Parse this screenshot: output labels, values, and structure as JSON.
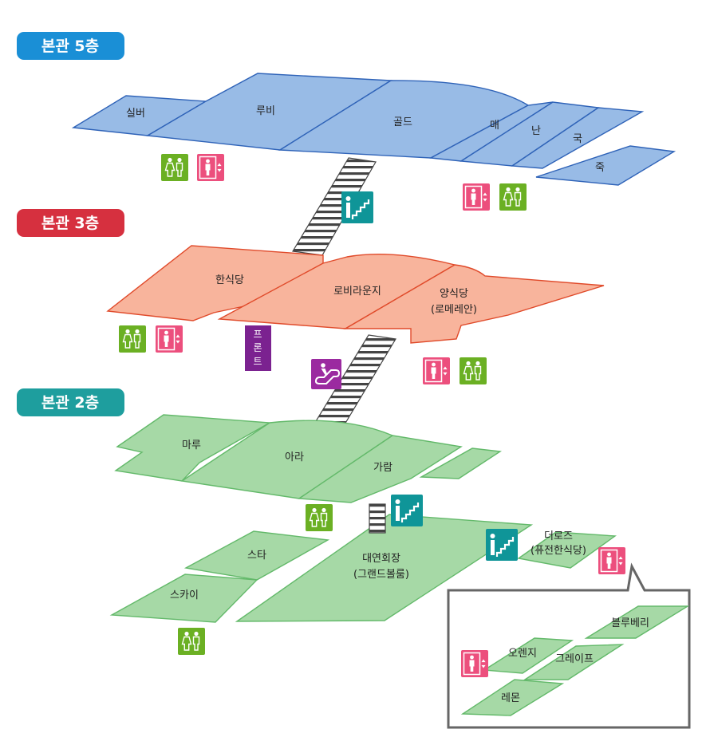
{
  "colors": {
    "floor5_fill": "#98bbe6",
    "floor5_stroke": "#2f63b8",
    "floor5_badge": "#1a8fd6",
    "floor3_fill": "#f8b49c",
    "floor3_stroke": "#e04a2a",
    "floor3_badge": "#d6303f",
    "floor2_fill": "#a6d9a6",
    "floor2_stroke": "#63b96a",
    "floor2_badge": "#1e9e9e",
    "restroom": "#6bb023",
    "elevator": "#ec4f7d",
    "stairs": "#0f9598",
    "escalator": "#9b2aa0",
    "front": "#7b2290"
  },
  "floors": {
    "f5": {
      "badge": "본관 5층",
      "rooms": {
        "silver": "실버",
        "ruby": "루비",
        "gold": "골드",
        "mae": "매",
        "nan": "난",
        "guk": "국",
        "juk": "죽"
      }
    },
    "f3": {
      "badge": "본관 3층",
      "rooms": {
        "korean": "한식당",
        "lobby": "로비라운지",
        "western_1": "양식당",
        "western_2": "(로메레안)"
      },
      "front": [
        "프",
        "론",
        "트"
      ]
    },
    "f2": {
      "badge": "본관 2층",
      "rooms": {
        "maru": "마루",
        "ara": "아라",
        "garam": "가람",
        "star": "스타",
        "sky": "스카이",
        "ballroom_1": "대연회장",
        "ballroom_2": "(그랜드볼룸)",
        "theroz_1": "더로즈",
        "theroz_2": "(퓨전한식당)"
      }
    }
  },
  "inset": {
    "rooms": {
      "blueberry": "블루베리",
      "orange": "오렌지",
      "grape": "그레이프",
      "lemon": "레몬"
    }
  },
  "icons": {
    "restroom": "restroom-icon",
    "elevator": "elevator-icon",
    "stairs": "stairs-icon",
    "escalator": "escalator-icon"
  }
}
